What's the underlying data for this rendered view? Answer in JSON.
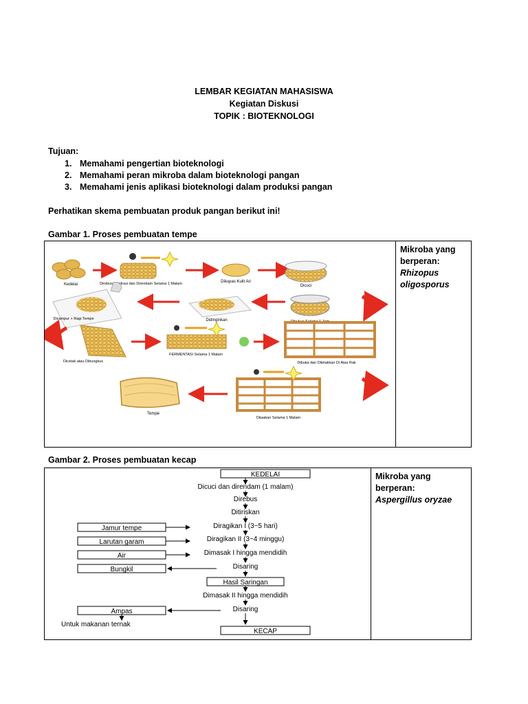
{
  "header": {
    "line1": "LEMBAR KEGIATAN MAHASISWA",
    "line2": "Kegiatan Diskusi",
    "line3": "TOPIK : BIOTEKNOLOGI"
  },
  "tujuan": {
    "label": "Tujuan:",
    "items": [
      {
        "num": "1.",
        "text": "Memahami pengertian bioteknologi"
      },
      {
        "num": "2.",
        "text": "Memahami peran mikroba dalam bioteknologi pangan"
      },
      {
        "num": "3.",
        "text": "Memahami jenis aplikasi bioteknologi dalam produksi pangan"
      }
    ]
  },
  "instruction": "Perhatikan skema pembuatan produk pangan berikut ini!",
  "figure1": {
    "caption": "Gambar 1. Proses pembuatan tempe",
    "side_label": "Mikroba yang berperan:",
    "organism": "Rhizopus oligosporus",
    "steps": [
      "Kedelai",
      "Direbus/dihidrasi dan Direndam Selama 1 Malam",
      "Dikupas Kulit Ari",
      "Dicuci",
      "Dikukus Selama 1 Jam",
      "Didinginkan",
      "Dicampur + Ragi Tempe",
      "Dicetak atau Dibungkus",
      "FERMENTASI Selama 1 Malam",
      "Dibuka dan Diletakkan Di Atas Rak",
      "Diiaakan Selama 1 Malam",
      "Tempe"
    ]
  },
  "figure2": {
    "caption": "Gambar 2. Proses pembuatan kecap",
    "side_label": "Mikroba yang berperan:",
    "organism": "Aspergillus oryzae",
    "flow": {
      "start": "KEDELAI",
      "s1": "Dicuci dan direndam (1 malam)",
      "s2": "Direbus",
      "s3": "Ditiriskan",
      "s4": "Diragikan I (3~5 hari)",
      "s5": "Diragikan II (3~4 minggu)",
      "s6": "Dimasak I hingga mendidih",
      "s7": "Disaring",
      "s8": "Hasil Saringan",
      "s9": "Dimasak II hingga mendidih",
      "s10": "Disaring",
      "end": "KECAP",
      "in1": "Jamur tempe",
      "in2": "Larutan garam",
      "in3": "Air",
      "out1": "Bungkil",
      "out2": "Ampas",
      "out2_use": "Untuk makanan ternak"
    }
  },
  "colors": {
    "arrow_red": "#e32a1f",
    "soy": "#e3b44f",
    "soy_dark": "#b8862c",
    "rack": "#c98a3e"
  }
}
